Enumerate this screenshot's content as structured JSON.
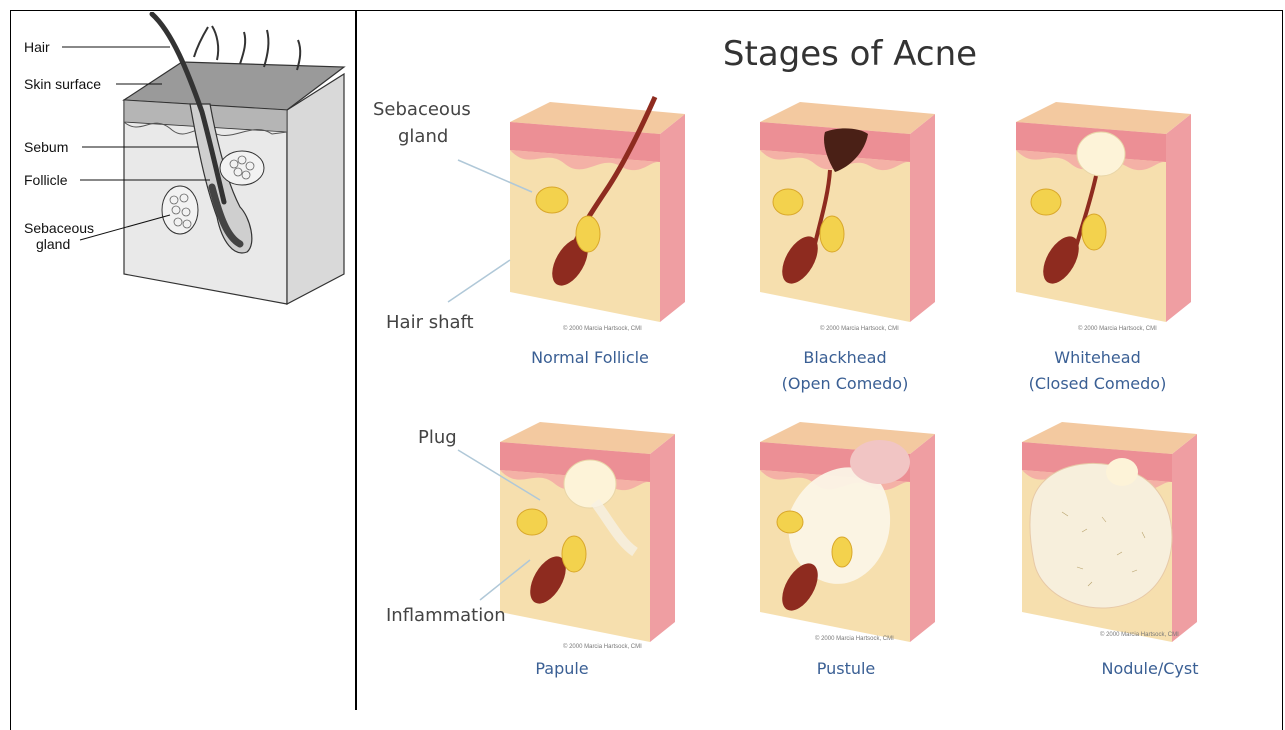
{
  "left_panel": {
    "labels": {
      "hair": "Hair",
      "skin_surface": "Skin surface",
      "sebum": "Sebum",
      "follicle": "Follicle",
      "sebaceous_gland_line1": "Sebaceous",
      "sebaceous_gland_line2": "gland"
    }
  },
  "right_panel": {
    "title": "Stages of Acne",
    "callouts": {
      "sebaceous_line1": "Sebaceous",
      "sebaceous_line2": "gland",
      "hair_shaft": "Hair shaft",
      "plug": "Plug",
      "inflammation": "Inflammation"
    },
    "stages": [
      {
        "line1": "Normal Follicle",
        "line2": ""
      },
      {
        "line1": "Blackhead",
        "line2": "(Open Comedo)"
      },
      {
        "line1": "Whitehead",
        "line2": "(Closed Comedo)"
      },
      {
        "line1": "Papule",
        "line2": ""
      },
      {
        "line1": "Pustule",
        "line2": ""
      },
      {
        "line1": "Nodule/Cyst",
        "line2": ""
      }
    ],
    "copyright": "© 2000 Marcia Hartsock, CMI"
  },
  "colors": {
    "skin_base": "#f6dfae",
    "skin_pink": "#ec8f95",
    "skin_top": "#f3c9a0",
    "hair": "#8e2b1f",
    "gland": "#f3d24d",
    "stage_label": "#3a5f94"
  }
}
